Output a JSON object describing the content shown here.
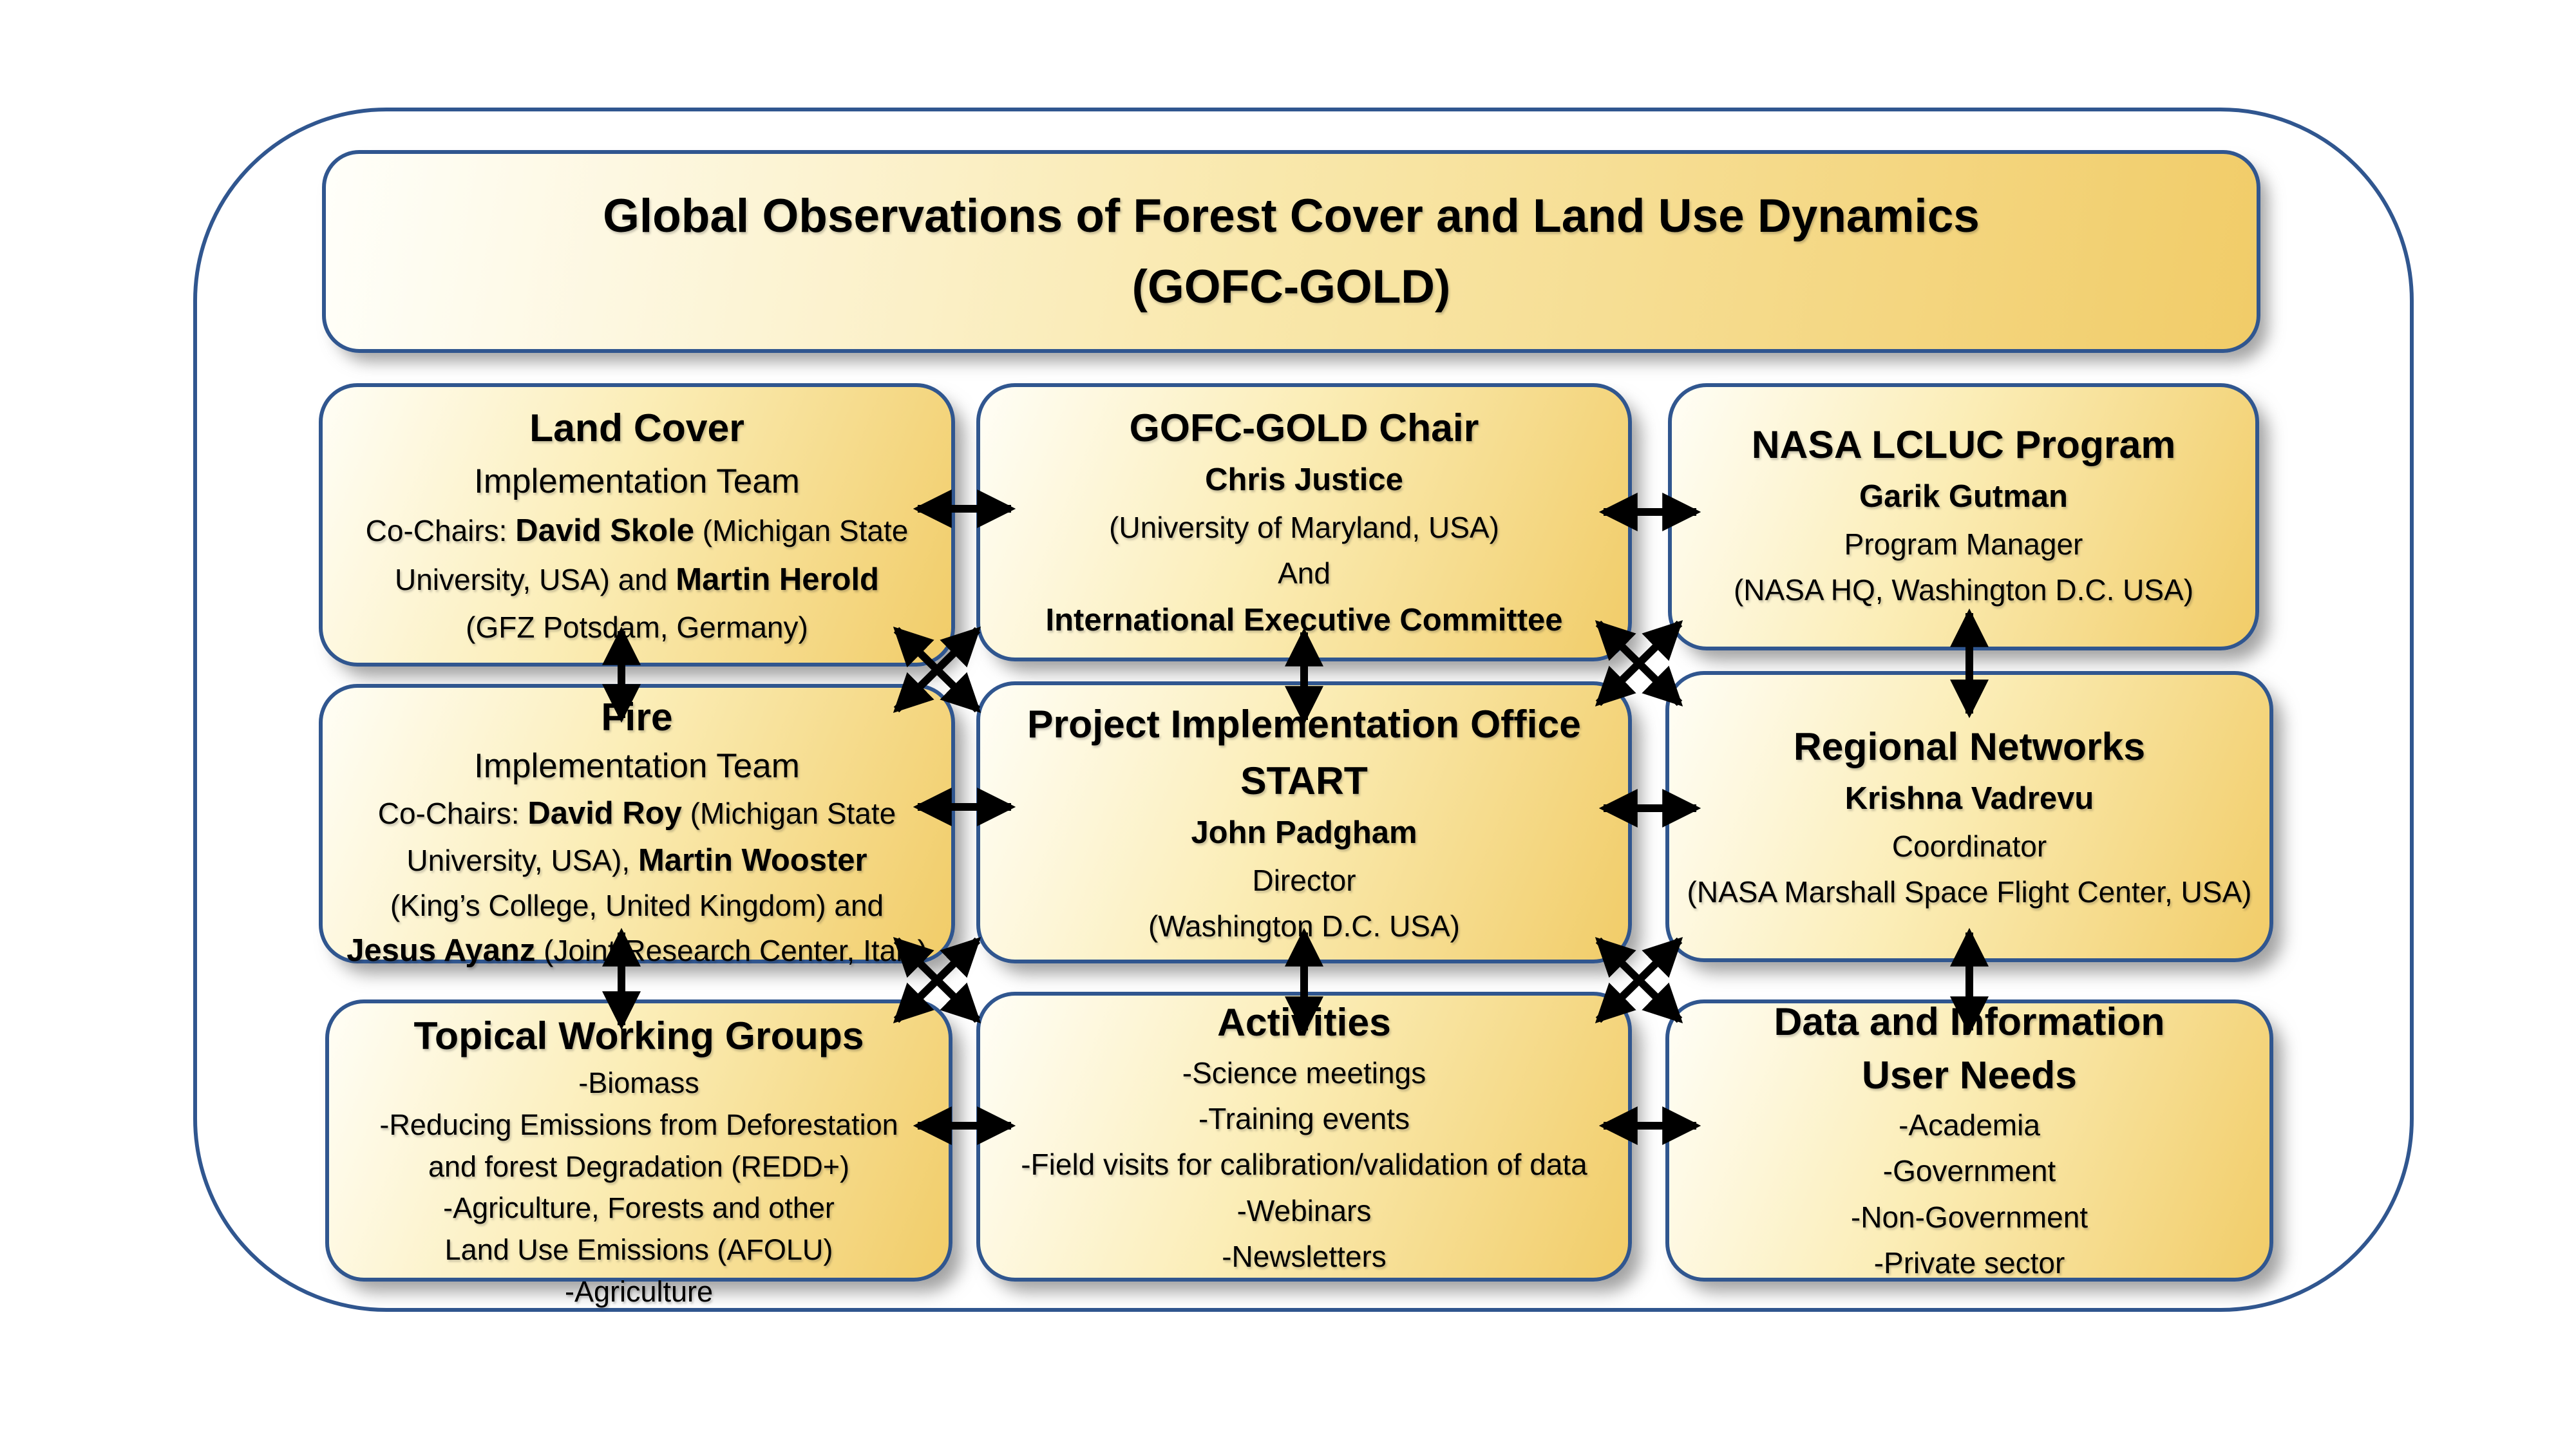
{
  "diagram": {
    "title": {
      "line1": "Global Observations of Forest Cover and Land Use Dynamics",
      "line2": "(GOFC-GOLD)"
    },
    "colors": {
      "box_border_blue": "#30568F",
      "box_gradient_light": "#FFFEF6",
      "box_gradient_gold": "#F1CC68",
      "arrow_black": "#000000",
      "background": "#FFFFFF"
    },
    "boxes": [
      {
        "name": "land-cover",
        "lines": [
          {
            "style": "heading",
            "runs": [
              {
                "t": "Land Cover",
                "b": true
              }
            ]
          },
          {
            "style": "sub",
            "runs": [
              {
                "t": "Implementation Team"
              }
            ]
          },
          {
            "style": "body",
            "runs": [
              {
                "t": "Co-Chairs: "
              },
              {
                "t": "David Skole",
                "b": true
              },
              {
                "t": " (Michigan State"
              }
            ]
          },
          {
            "style": "body",
            "runs": [
              {
                "t": "University, USA) and "
              },
              {
                "t": "Martin Herold",
                "b": true
              }
            ]
          },
          {
            "style": "body",
            "runs": [
              {
                "t": "(GFZ Potsdam, Germany)"
              }
            ]
          }
        ]
      },
      {
        "name": "gofc-gold-chair",
        "lines": [
          {
            "style": "heading",
            "runs": [
              {
                "t": "GOFC-GOLD Chair",
                "b": true
              }
            ]
          },
          {
            "style": "body",
            "runs": [
              {
                "t": "Chris Justice",
                "b": true
              }
            ]
          },
          {
            "style": "body",
            "runs": [
              {
                "t": "(University of Maryland, USA)"
              }
            ]
          },
          {
            "style": "body",
            "runs": [
              {
                "t": "And"
              }
            ]
          },
          {
            "style": "body",
            "runs": [
              {
                "t": "International Executive Committee",
                "b": true
              }
            ]
          }
        ]
      },
      {
        "name": "nasa-lcluc-program",
        "lines": [
          {
            "style": "heading",
            "runs": [
              {
                "t": "NASA LCLUC Program",
                "b": true
              }
            ]
          },
          {
            "style": "body",
            "runs": [
              {
                "t": "Garik Gutman",
                "b": true
              }
            ]
          },
          {
            "style": "body",
            "runs": [
              {
                "t": "Program Manager"
              }
            ]
          },
          {
            "style": "body",
            "runs": [
              {
                "t": "(NASA HQ, Washington D.C. USA)"
              }
            ]
          }
        ]
      },
      {
        "name": "fire",
        "lines": [
          {
            "style": "heading",
            "runs": [
              {
                "t": "Fire",
                "b": true
              }
            ]
          },
          {
            "style": "sub",
            "runs": [
              {
                "t": "Implementation Team"
              }
            ]
          },
          {
            "style": "body",
            "runs": [
              {
                "t": "Co-Chairs: "
              },
              {
                "t": "David Roy",
                "b": true
              },
              {
                "t": " (Michigan State"
              }
            ]
          },
          {
            "style": "body",
            "runs": [
              {
                "t": "University, USA), "
              },
              {
                "t": "Martin Wooster",
                "b": true
              }
            ]
          },
          {
            "style": "body",
            "runs": [
              {
                "t": "(King’s College, United Kingdom) and"
              }
            ]
          },
          {
            "style": "body",
            "runs": [
              {
                "t": "Jesus Ayanz",
                "b": true
              },
              {
                "t": " (Joint Research Center, Italy)"
              }
            ]
          }
        ]
      },
      {
        "name": "project-implementation-office",
        "lines": [
          {
            "style": "heading",
            "runs": [
              {
                "t": "Project Implementation Office",
                "b": true
              }
            ]
          },
          {
            "style": "heading",
            "runs": [
              {
                "t": "START",
                "b": true
              }
            ]
          },
          {
            "style": "body",
            "runs": [
              {
                "t": "John Padgham",
                "b": true
              }
            ]
          },
          {
            "style": "body",
            "runs": [
              {
                "t": "Director"
              }
            ]
          },
          {
            "style": "body",
            "runs": [
              {
                "t": "(Washington D.C. USA)"
              }
            ]
          }
        ]
      },
      {
        "name": "regional-networks",
        "lines": [
          {
            "style": "heading",
            "runs": [
              {
                "t": "Regional Networks",
                "b": true
              }
            ]
          },
          {
            "style": "body",
            "runs": [
              {
                "t": "Krishna Vadrevu",
                "b": true
              }
            ]
          },
          {
            "style": "body",
            "runs": [
              {
                "t": "Coordinator"
              }
            ]
          },
          {
            "style": "body",
            "runs": [
              {
                "t": "(NASA Marshall Space Flight Center, USA)"
              }
            ]
          }
        ]
      },
      {
        "name": "topical-working-groups",
        "lines": [
          {
            "style": "heading",
            "runs": [
              {
                "t": "Topical Working Groups",
                "b": true
              }
            ]
          },
          {
            "style": "body",
            "runs": [
              {
                "t": "-Biomass"
              }
            ]
          },
          {
            "style": "body",
            "runs": [
              {
                "t": "-Reducing Emissions from Deforestation"
              }
            ]
          },
          {
            "style": "body",
            "runs": [
              {
                "t": "and forest Degradation (REDD+)"
              }
            ]
          },
          {
            "style": "body",
            "runs": [
              {
                "t": "-Agriculture, Forests and other"
              }
            ]
          },
          {
            "style": "body",
            "runs": [
              {
                "t": "Land Use Emissions (AFOLU)"
              }
            ]
          },
          {
            "style": "body",
            "runs": [
              {
                "t": "-Agriculture"
              }
            ]
          }
        ]
      },
      {
        "name": "activities",
        "lines": [
          {
            "style": "heading",
            "runs": [
              {
                "t": "Activities",
                "b": true
              }
            ]
          },
          {
            "style": "body",
            "runs": [
              {
                "t": "-Science meetings"
              }
            ]
          },
          {
            "style": "body",
            "runs": [
              {
                "t": "-Training events"
              }
            ]
          },
          {
            "style": "body",
            "runs": [
              {
                "t": "-Field visits for calibration/validation of data"
              }
            ]
          },
          {
            "style": "body",
            "runs": [
              {
                "t": "-Webinars"
              }
            ]
          },
          {
            "style": "body",
            "runs": [
              {
                "t": "-Newsletters"
              }
            ]
          }
        ]
      },
      {
        "name": "data-and-information-user-needs",
        "lines": [
          {
            "style": "heading",
            "runs": [
              {
                "t": "Data and Information",
                "b": true
              }
            ]
          },
          {
            "style": "heading",
            "runs": [
              {
                "t": "User Needs",
                "b": true
              }
            ]
          },
          {
            "style": "body",
            "runs": [
              {
                "t": "-Academia"
              }
            ]
          },
          {
            "style": "body",
            "runs": [
              {
                "t": "-Government"
              }
            ]
          },
          {
            "style": "body",
            "runs": [
              {
                "t": "-Non-Government"
              }
            ]
          },
          {
            "style": "body",
            "runs": [
              {
                "t": "-Private sector"
              }
            ]
          }
        ]
      }
    ],
    "connections": [
      {
        "from": "land-cover",
        "to": "gofc-gold-chair",
        "type": "bidirectional"
      },
      {
        "from": "gofc-gold-chair",
        "to": "nasa-lcluc-program",
        "type": "bidirectional"
      },
      {
        "from": "fire",
        "to": "project-implementation-office",
        "type": "bidirectional"
      },
      {
        "from": "project-implementation-office",
        "to": "regional-networks",
        "type": "bidirectional"
      },
      {
        "from": "topical-working-groups",
        "to": "activities",
        "type": "bidirectional"
      },
      {
        "from": "activities",
        "to": "data-and-information-user-needs",
        "type": "bidirectional"
      },
      {
        "from": "land-cover",
        "to": "fire",
        "type": "bidirectional"
      },
      {
        "from": "gofc-gold-chair",
        "to": "project-implementation-office",
        "type": "bidirectional"
      },
      {
        "from": "nasa-lcluc-program",
        "to": "regional-networks",
        "type": "bidirectional"
      },
      {
        "from": "fire",
        "to": "topical-working-groups",
        "type": "bidirectional"
      },
      {
        "from": "project-implementation-office",
        "to": "activities",
        "type": "bidirectional"
      },
      {
        "from": "regional-networks",
        "to": "data-and-information-user-needs",
        "type": "bidirectional"
      },
      {
        "from": "land-cover",
        "to": "project-implementation-office",
        "type": "bidirectional"
      },
      {
        "from": "gofc-gold-chair",
        "to": "fire",
        "type": "bidirectional"
      },
      {
        "from": "gofc-gold-chair",
        "to": "regional-networks",
        "type": "bidirectional"
      },
      {
        "from": "nasa-lcluc-program",
        "to": "project-implementation-office",
        "type": "bidirectional"
      },
      {
        "from": "fire",
        "to": "activities",
        "type": "bidirectional"
      },
      {
        "from": "project-implementation-office",
        "to": "topical-working-groups",
        "type": "bidirectional"
      },
      {
        "from": "project-implementation-office",
        "to": "data-and-information-user-needs",
        "type": "bidirectional"
      },
      {
        "from": "regional-networks",
        "to": "activities",
        "type": "bidirectional"
      }
    ]
  }
}
